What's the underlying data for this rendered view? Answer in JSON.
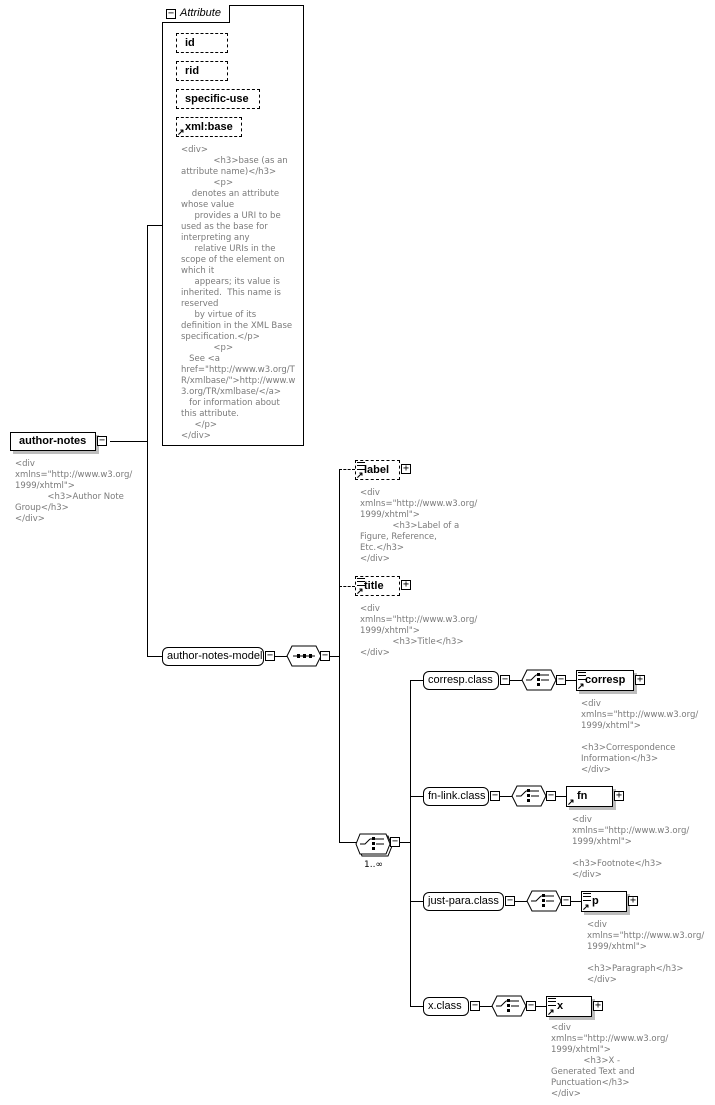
{
  "root": {
    "name": "author-notes",
    "doc": "<div\nxmlns=\"http://www.w3.org/\n1999/xhtml\">\n            <h3>Author Note\nGroup</h3>\n</div>"
  },
  "attribute_group": {
    "title": "Attribute",
    "attributes": [
      {
        "name": "id"
      },
      {
        "name": "rid"
      },
      {
        "name": "specific-use"
      },
      {
        "name": "xml:base"
      }
    ],
    "xml_base_doc": "<div>\n            <h3>base (as an\nattribute name)</h3>\n            <p>\n    denotes an attribute\nwhose value\n     provides a URI to be\nused as the base for\ninterpreting any\n     relative URIs in the\nscope of the element on\nwhich it\n     appears; its value is\ninherited.  This name is\nreserved\n     by virtue of its\ndefinition in the XML Base\nspecification.</p>\n            <p>\n   See <a\nhref=\"http://www.w3.org/T\nR/xmlbase/\">http://www.w\n3.org/TR/xmlbase/</a>\n   for information about\nthis attribute.\n     </p>\n</div>"
  },
  "model_group": {
    "name": "author-notes-model",
    "label": {
      "name": "label",
      "doc": "<div\nxmlns=\"http://www.w3.org/\n1999/xhtml\">\n            <h3>Label of a\nFigure, Reference,\nEtc.</h3>\n</div>"
    },
    "title": {
      "name": "title",
      "doc": "<div\nxmlns=\"http://www.w3.org/\n1999/xhtml\">\n            <h3>Title</h3>\n</div>"
    },
    "choice_occurrence": "1..∞",
    "classes": [
      {
        "name": "corresp.class",
        "element": "corresp",
        "doc": "<div\nxmlns=\"http://www.w3.org/\n1999/xhtml\">\n\n<h3>Correspondence\nInformation</h3>\n</div>"
      },
      {
        "name": "fn-link.class",
        "element": "fn",
        "doc": "<div\nxmlns=\"http://www.w3.org/\n1999/xhtml\">\n\n<h3>Footnote</h3>\n</div>"
      },
      {
        "name": "just-para.class",
        "element": "p",
        "doc": "<div\nxmlns=\"http://www.w3.org/\n1999/xhtml\">\n\n<h3>Paragraph</h3>\n</div>"
      },
      {
        "name": "x.class",
        "element": "x",
        "doc": "<div\nxmlns=\"http://www.w3.org/\n1999/xhtml\">\n            <h3>X -\nGenerated Text and\nPunctuation</h3>\n</div>"
      }
    ]
  },
  "icons": {
    "collapse": "−",
    "expand": "+",
    "reference_arrow": "↗"
  }
}
